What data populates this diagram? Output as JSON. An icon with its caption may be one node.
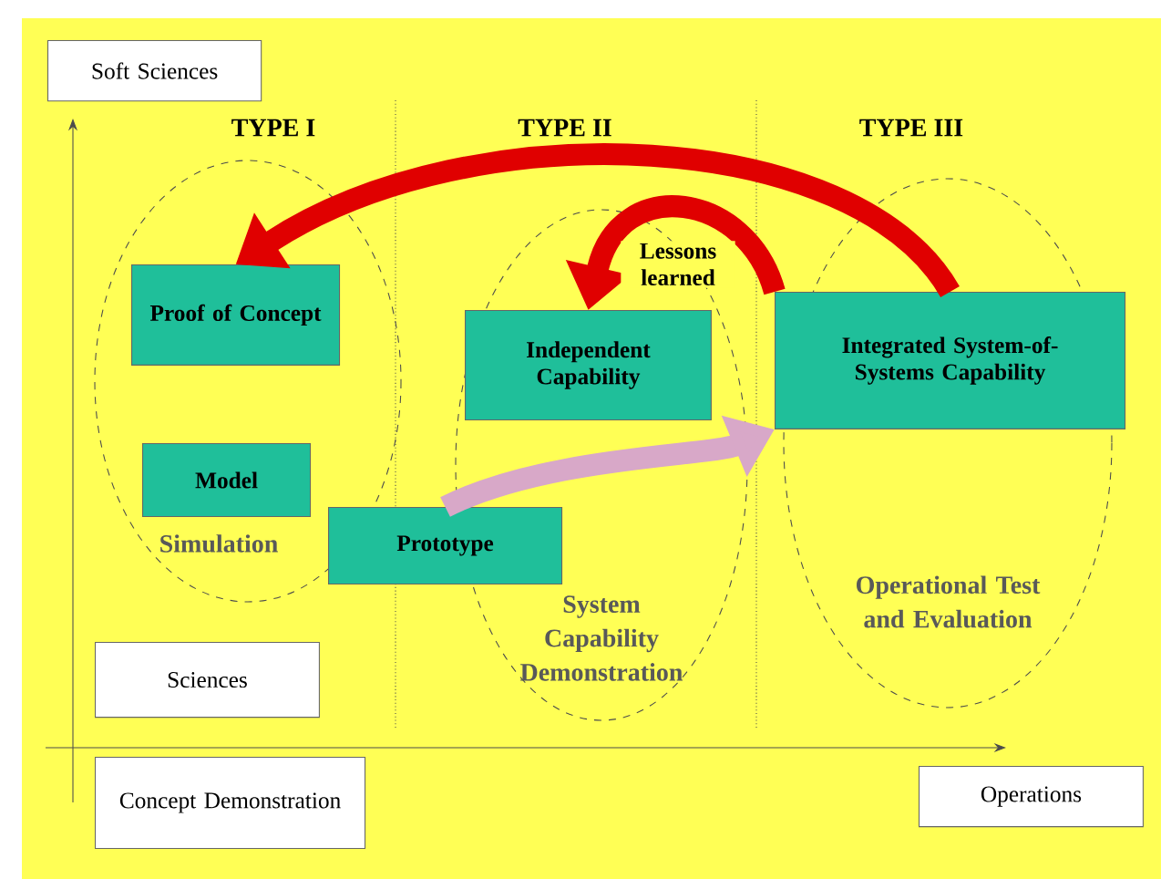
{
  "diagram": {
    "nodes": [
      {
        "text": [
          "Soft Sciences"
        ]
      },
      {
        "text": [
          "Proof of Concept"
        ]
      },
      {
        "text": [
          "Independent Capability"
        ]
      },
      {
        "text": [
          "Integrated System-of-Systems Capability"
        ]
      },
      {
        "text": [
          "Model"
        ]
      },
      {
        "text": [
          "Prototype"
        ]
      },
      {
        "text": [
          "Sciences"
        ]
      },
      {
        "text": [
          "Concept Demonstration"
        ]
      },
      {
        "text": [
          "Operations"
        ]
      }
    ],
    "edges": [
      {
        "from": 3,
        "to": 1,
        "arrow": "to",
        "color": "#e00000"
      },
      {
        "from": 3,
        "to": 2,
        "arrow": "to",
        "color": "#e00000",
        "label": "Lessons learned"
      },
      {
        "from": 5,
        "to": 3,
        "arrow": "to",
        "color": "#d8a8c8"
      }
    ],
    "labels": [
      "TYPE I",
      "TYPE II",
      "TYPE III",
      "Simulation",
      "System Capability Demonstration",
      "Operational Test and Evaluation"
    ]
  }
}
